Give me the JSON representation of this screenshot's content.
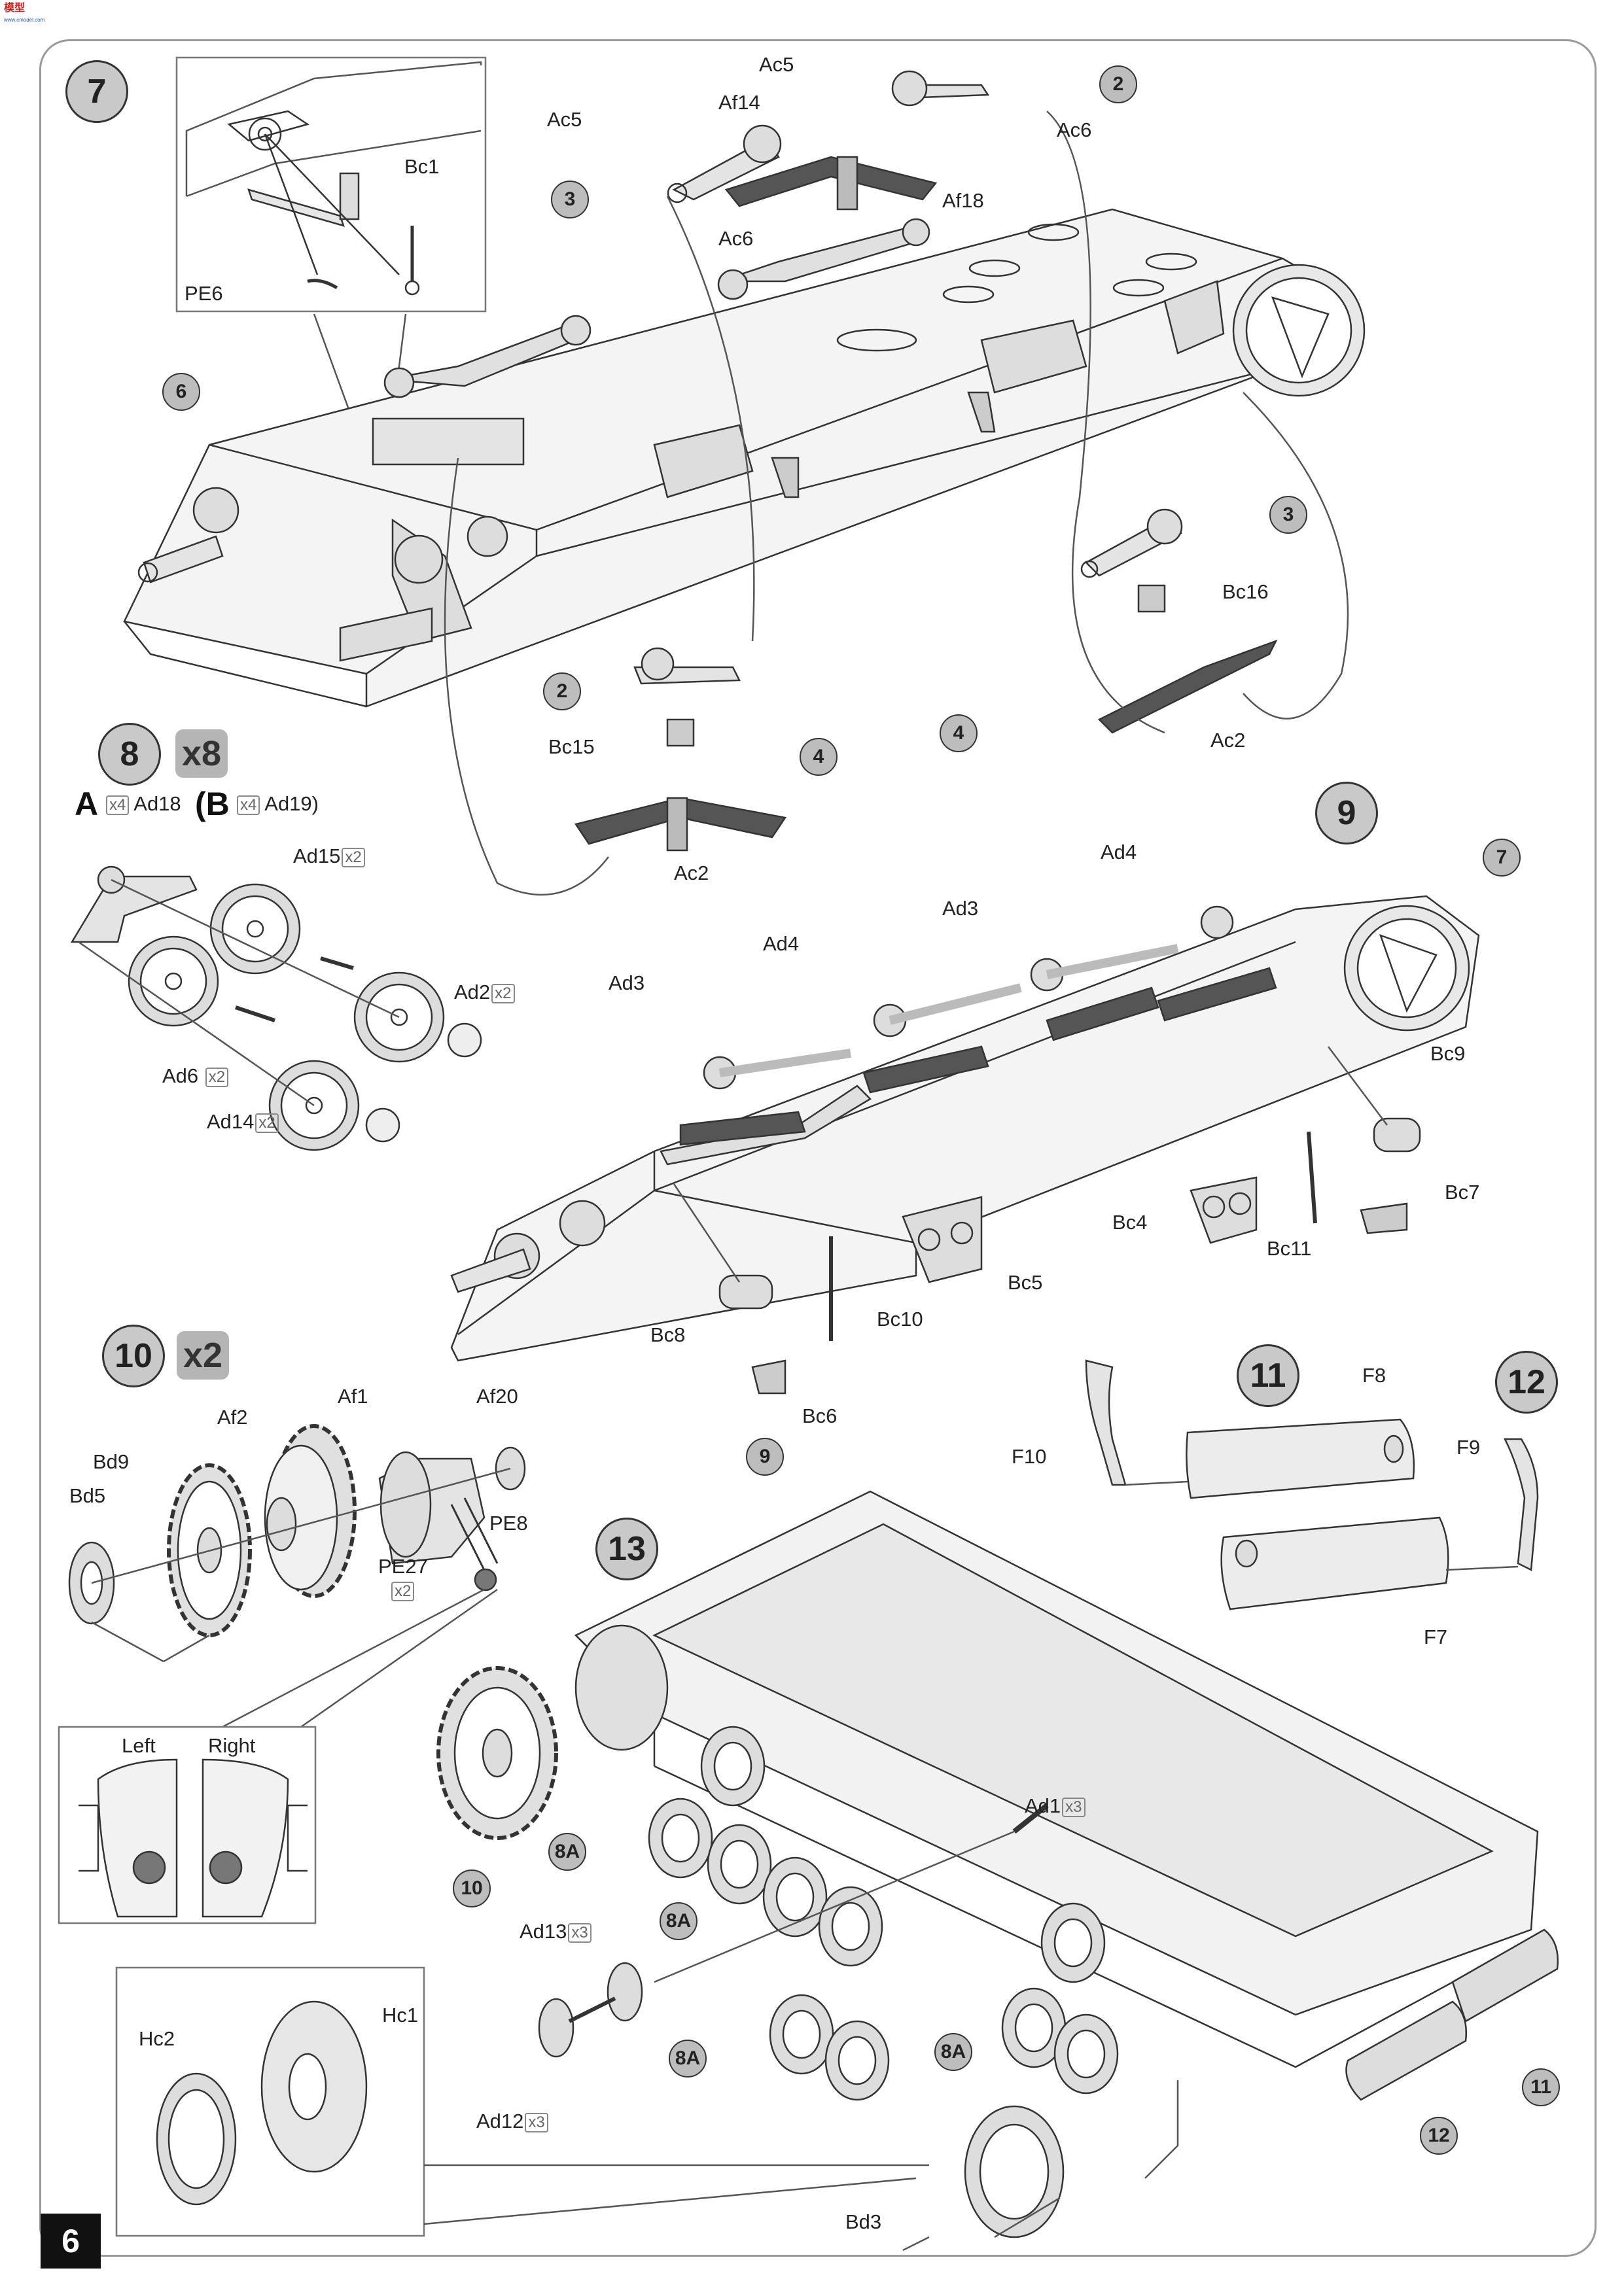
{
  "header": {
    "logo_text": "模型",
    "logo_sub": "www.cmodel.com"
  },
  "page_number": "6",
  "steps": {
    "s7": {
      "number": "7"
    },
    "s8": {
      "number": "8",
      "multiplier": "x8",
      "variant_a": "A",
      "variant_a_qty": "x4",
      "variant_a_part": "Ad18",
      "variant_b": "B",
      "variant_b_qty": "x4",
      "variant_b_part": "Ad19"
    },
    "s9": {
      "number": "9"
    },
    "s10": {
      "number": "10",
      "multiplier": "x2"
    },
    "s11": {
      "number": "11"
    },
    "s12": {
      "number": "12"
    },
    "s13": {
      "number": "13"
    }
  },
  "step7_labels": {
    "ac5_top": "Ac5",
    "ac5_left": "Ac5",
    "af14": "Af14",
    "ac6_right": "Ac6",
    "af18": "Af18",
    "ac6_mid": "Ac6",
    "bc1": "Bc1",
    "pe6": "PE6",
    "bc16": "Bc16",
    "ac2_right": "Ac2",
    "bc15": "Bc15",
    "ac2_left": "Ac2",
    "c2_top": "2",
    "c3_top": "3",
    "c6": "6",
    "c3_right": "3",
    "c2_bottom": "2",
    "c4_right": "4",
    "c4_bottom": "4"
  },
  "step8_labels": {
    "ad15": "Ad15",
    "ad15_qty": "x2",
    "ad2": "Ad2",
    "ad2_qty": "x2",
    "ad6": "Ad6",
    "ad6_qty": "x2",
    "ad14": "Ad14",
    "ad14_qty": "x2"
  },
  "step9_labels": {
    "ad4_top": "Ad4",
    "ad4_left": "Ad4",
    "ad3_left": "Ad3",
    "ad3_mid": "Ad3",
    "bc9": "Bc9",
    "bc7": "Bc7",
    "bc4": "Bc4",
    "bc11": "Bc11",
    "bc5": "Bc5",
    "bc8": "Bc8",
    "bc10": "Bc10",
    "bc6": "Bc6",
    "c7": "7"
  },
  "step10_labels": {
    "af2": "Af2",
    "af1": "Af1",
    "af20": "Af20",
    "bd9": "Bd9",
    "bd5": "Bd5",
    "pe8": "PE8",
    "pe27": "PE27",
    "pe27_qty": "x2",
    "left": "Left",
    "right": "Right"
  },
  "step11_labels": {
    "f8": "F8",
    "f10": "F10"
  },
  "step12_labels": {
    "f9": "F9",
    "f7": "F7"
  },
  "step13_labels": {
    "c9": "9",
    "c10": "10",
    "c8a_1": "8A",
    "c8a_2": "8A",
    "c8a_3": "8A",
    "c8a_4": "8A",
    "c11": "11",
    "c12": "12",
    "ad1": "Ad1",
    "ad1_qty": "x3",
    "ad13": "Ad13",
    "ad13_qty": "x3",
    "ad12": "Ad12",
    "ad12_qty": "x3",
    "hc2": "Hc2",
    "hc1": "Hc1",
    "bd3": "Bd3"
  }
}
